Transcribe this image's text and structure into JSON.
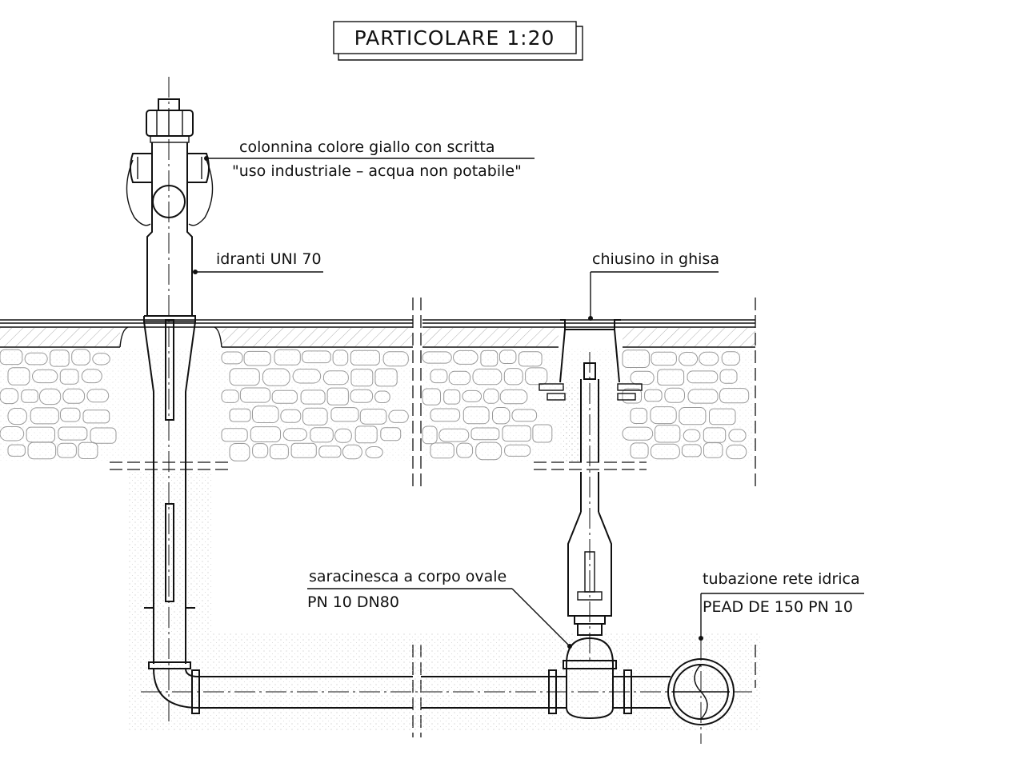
{
  "title": "PARTICOLARE  1:20",
  "labels": {
    "column_line1": "colonnina colore giallo con scritta",
    "column_line2": "\"uso industriale – acqua non potabile\"",
    "hydrant": "idranti UNI 70",
    "manhole": "chiusino in ghisa",
    "valve_line1": "saracinesca a corpo ovale",
    "valve_line2": "PN 10 DN80",
    "pipe_line1": "tubazione rete idrica",
    "pipe_line2": "PEAD DE 150 PN 10"
  }
}
